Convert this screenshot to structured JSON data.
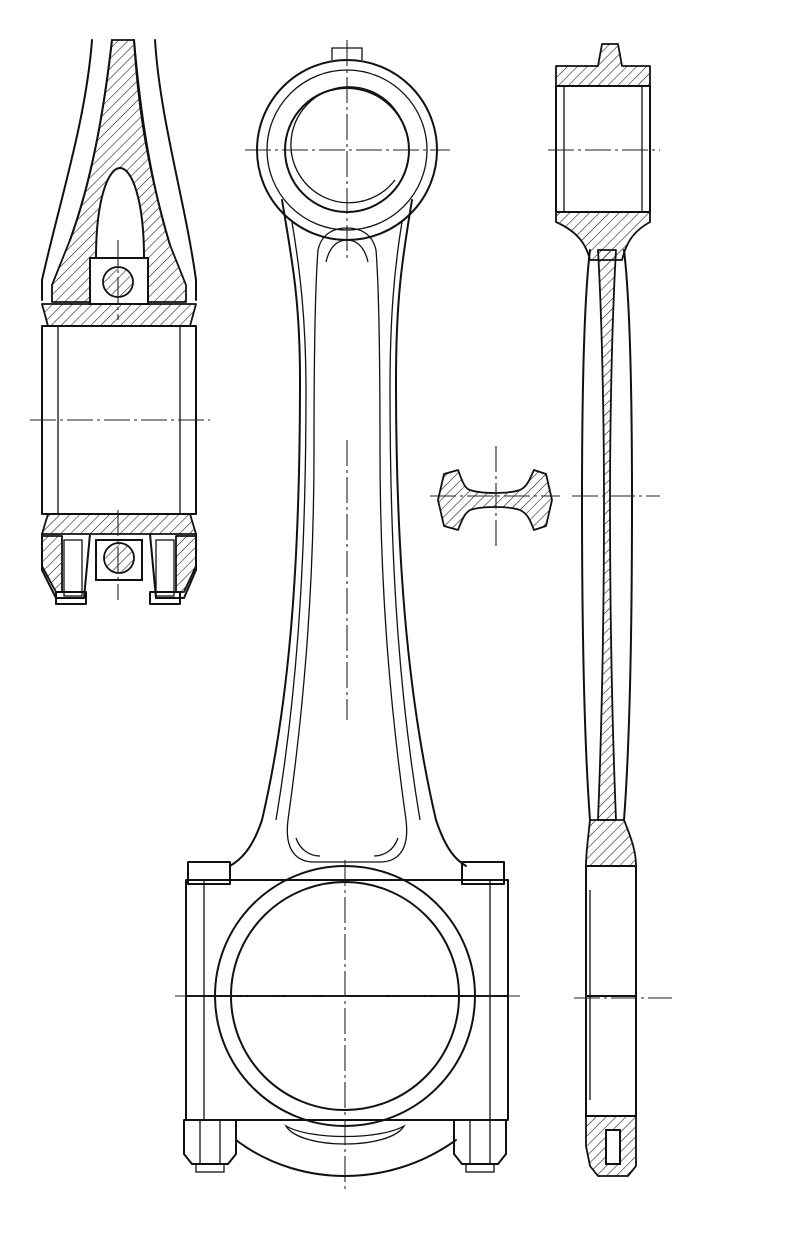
{
  "drawing": {
    "colors": {
      "ink": "#111111",
      "paper": "#ffffff"
    },
    "views": [
      "side-section-view",
      "front-view",
      "profile-section-view",
      "i-beam-cross-section"
    ]
  }
}
